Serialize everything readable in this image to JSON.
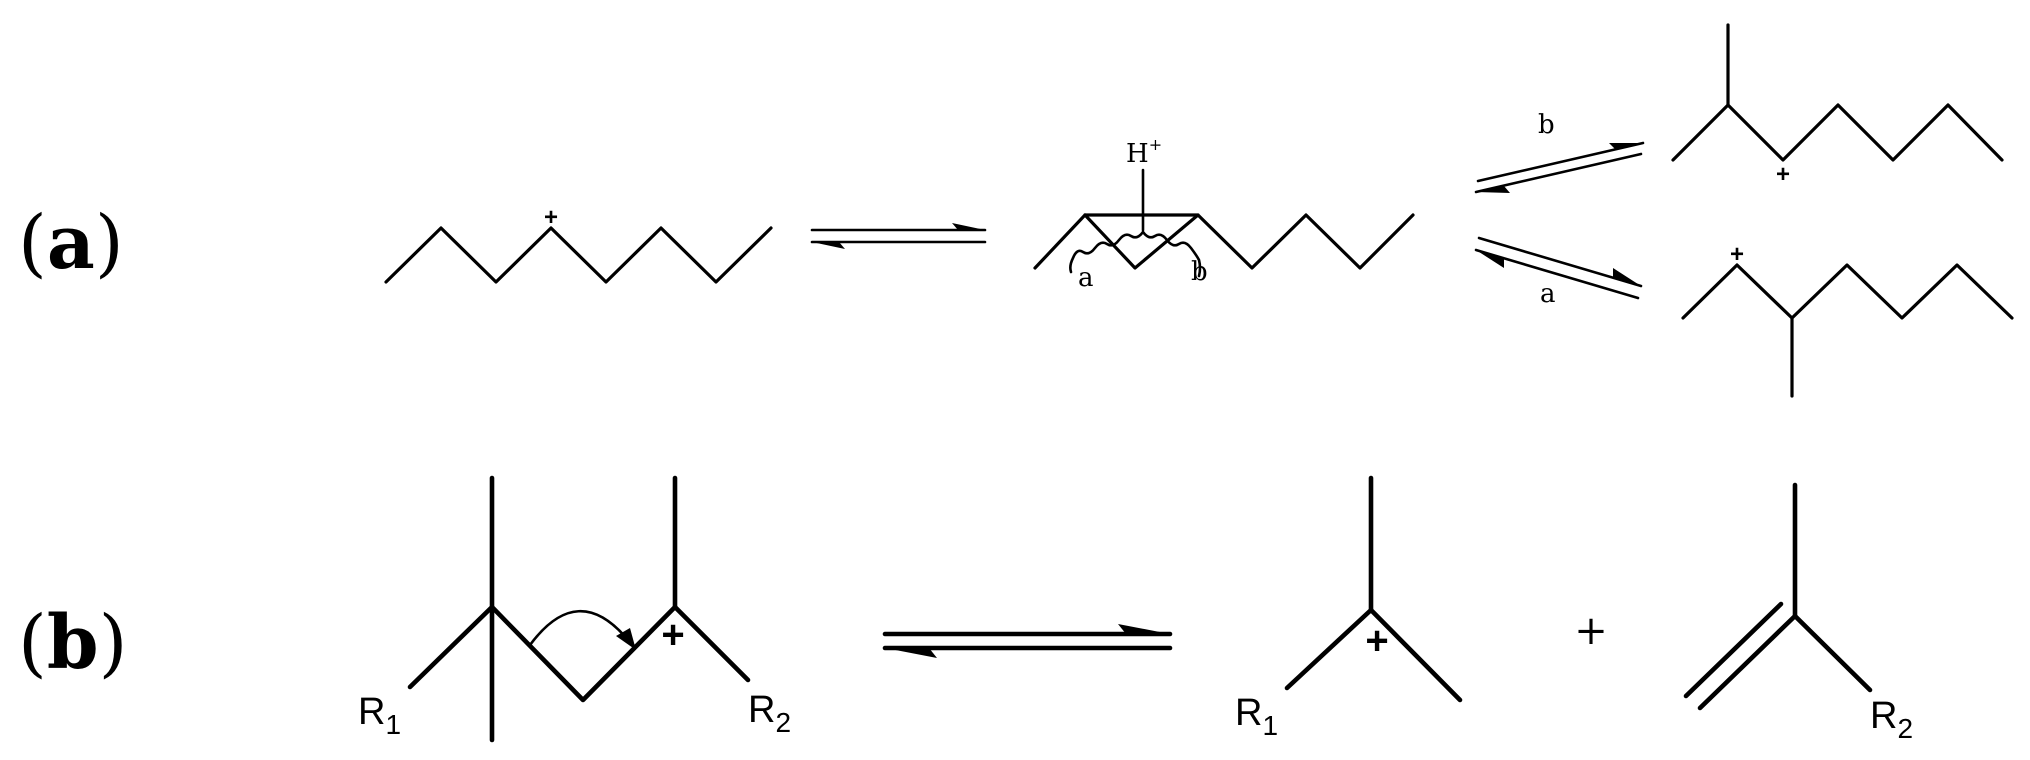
{
  "panel_a": {
    "label_open": "(",
    "label_letter": "a",
    "label_close": ")",
    "proton": "H",
    "proton_charge": "+",
    "path_a": "a",
    "path_b": "b",
    "arrow_b_label": "b",
    "arrow_a_label": "a",
    "cation_charge": "+"
  },
  "panel_b": {
    "label_open": "(",
    "label_letter": "b",
    "label_close": ")",
    "r1": "R",
    "r1_index": "1",
    "r2": "R",
    "r2_index": "2",
    "cation_charge": "+",
    "plus_between": "+"
  },
  "colors": {
    "ink": "#000000",
    "background": "#ffffff"
  }
}
